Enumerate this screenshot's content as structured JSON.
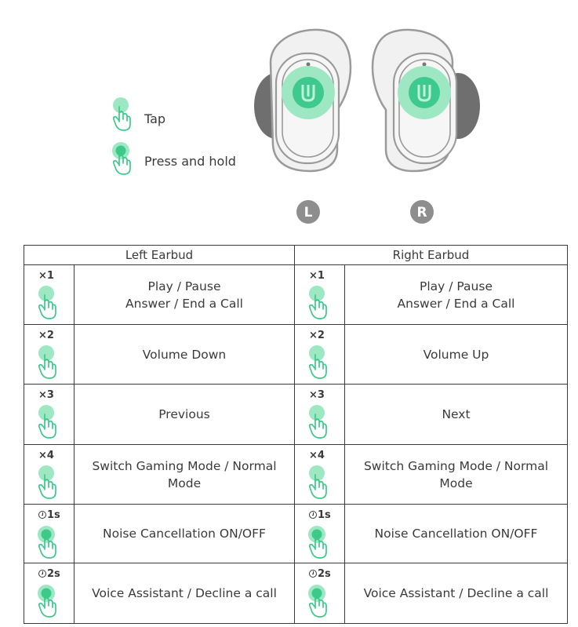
{
  "legend": {
    "tap_label": "Tap",
    "hold_label": "Press and hold"
  },
  "earbuds": {
    "left_badge": "L",
    "right_badge": "R"
  },
  "colors": {
    "accent_green": "#7cdcaa",
    "accent_green_dark": "#3cc98a",
    "outline_gray": "#9a9a9a",
    "badge_gray": "#8e8e8e"
  },
  "table": {
    "headers": [
      "Left Earbud",
      "Right Earbud"
    ],
    "rows": [
      {
        "gesture": "×1",
        "kind": "tap",
        "left": [
          "Play / Pause",
          "Answer / End a Call"
        ],
        "right": [
          "Play / Pause",
          "Answer / End a Call"
        ]
      },
      {
        "gesture": "×2",
        "kind": "tap",
        "left": [
          "Volume Down"
        ],
        "right": [
          "Volume Up"
        ]
      },
      {
        "gesture": "×3",
        "kind": "tap",
        "left": [
          "Previous"
        ],
        "right": [
          "Next"
        ]
      },
      {
        "gesture": "×4",
        "kind": "tap",
        "left": [
          "Switch Gaming Mode / Normal Mode"
        ],
        "right": [
          "Switch Gaming Mode / Normal Mode"
        ]
      },
      {
        "gesture": "1s",
        "kind": "hold",
        "left": [
          "Noise Cancellation ON/OFF"
        ],
        "right": [
          "Noise Cancellation ON/OFF"
        ]
      },
      {
        "gesture": "2s",
        "kind": "hold",
        "left": [
          "Voice Assistant / Decline a call"
        ],
        "right": [
          "Voice Assistant / Decline a call"
        ]
      }
    ]
  }
}
